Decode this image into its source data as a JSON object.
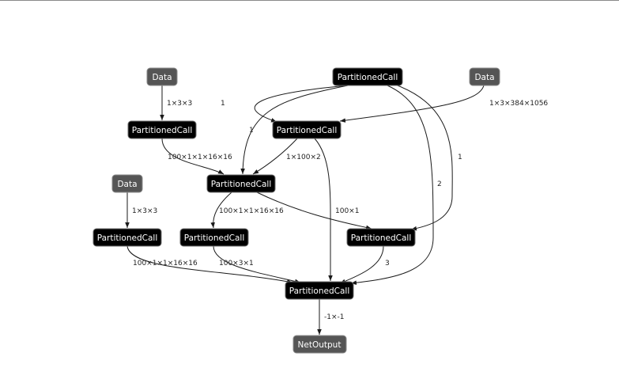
{
  "nodes": {
    "data_a": {
      "label": "Data"
    },
    "pc_top": {
      "label": "PartitionedCall"
    },
    "data_b": {
      "label": "Data"
    },
    "pc_left1": {
      "label": "PartitionedCall"
    },
    "pc_mid1": {
      "label": "PartitionedCall"
    },
    "data_c": {
      "label": "Data"
    },
    "pc_center": {
      "label": "PartitionedCall"
    },
    "pc_left2": {
      "label": "PartitionedCall"
    },
    "pc_mid2": {
      "label": "PartitionedCall"
    },
    "pc_right2": {
      "label": "PartitionedCall"
    },
    "pc_final": {
      "label": "PartitionedCall"
    },
    "net_output": {
      "label": "NetOutput"
    }
  },
  "edges": {
    "e_data_a": "1×3×3",
    "e_top_mid1": "1",
    "e_data_b": "1×3×384×1056",
    "e_top_center": "1",
    "e_top_right2": "1",
    "e_top_final": "2",
    "e_left1_center": "100×1×1×16×16",
    "e_mid1_center": "1×100×2",
    "e_data_c": "1×3×3",
    "e_center_mid2": "100×1×1×16×16",
    "e_mid1_final": "100×1",
    "e_left2_final": "100×1×1×16×16",
    "e_mid2_final": "100×3×1",
    "e_right2_final": "3",
    "e_final_out": "-1×-1"
  }
}
